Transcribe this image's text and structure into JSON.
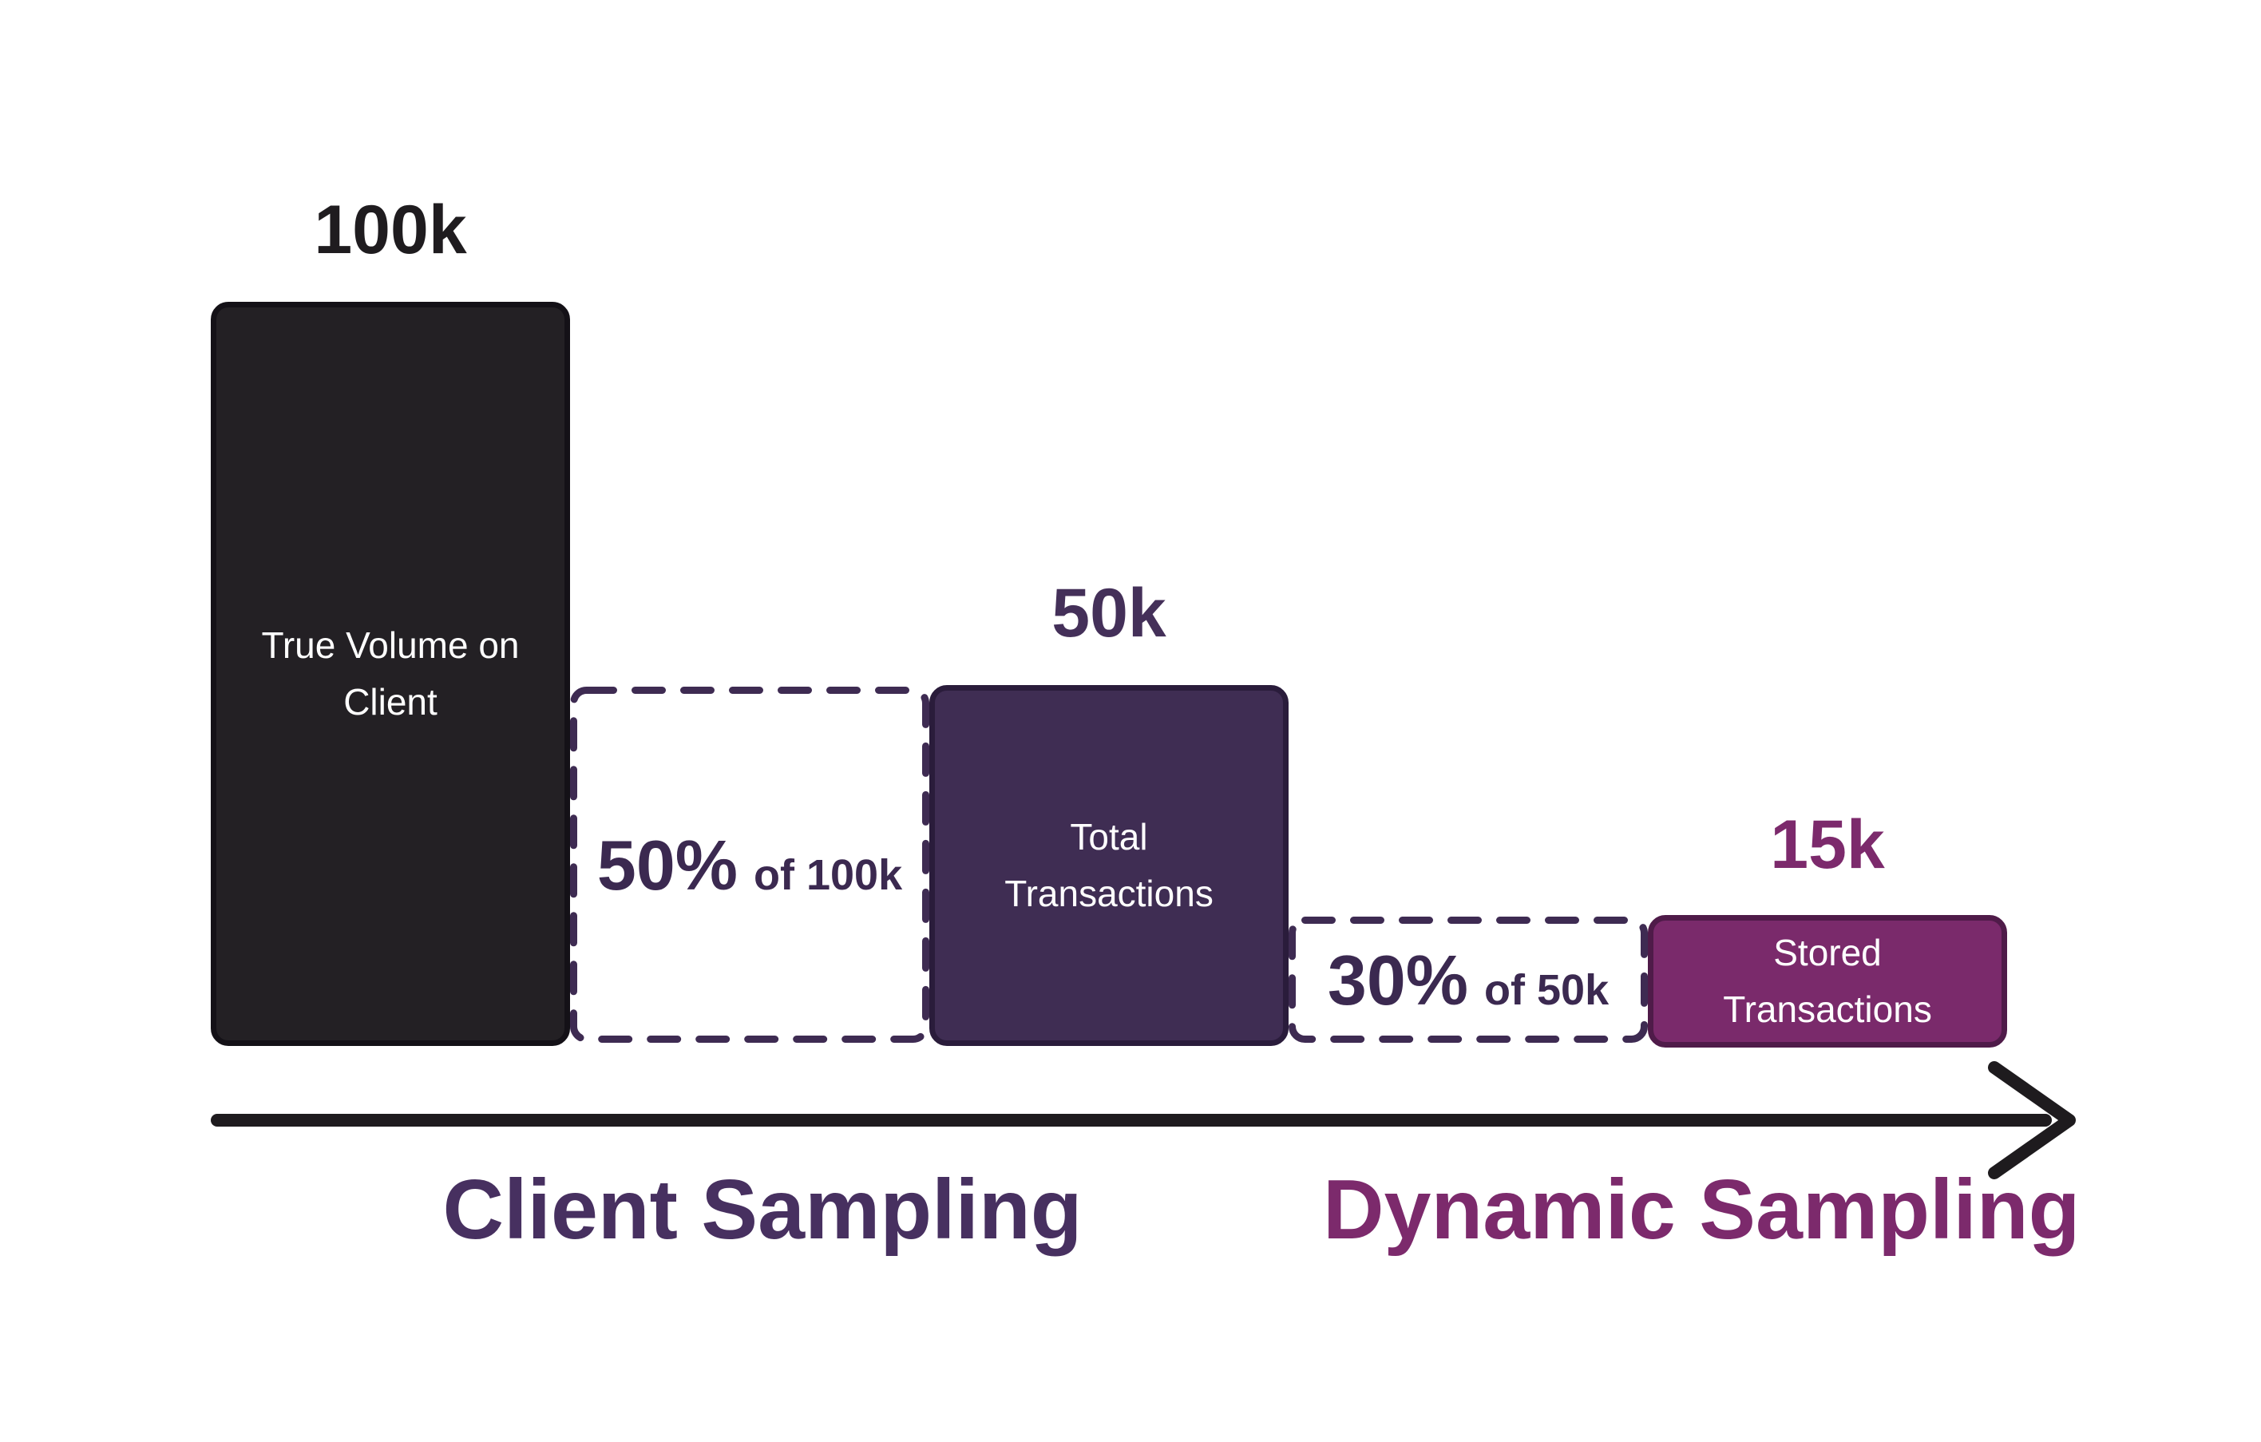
{
  "diagram": {
    "background": "#ffffff",
    "arrow_color": "#1e1b1e",
    "dash_color": "#3e2b52",
    "bars": [
      {
        "id": "true-volume",
        "label": "True Volume on Client",
        "value_label": "100k",
        "value": 100000,
        "fill": "#232024",
        "border": "#141117",
        "value_color": "#1f1c1f"
      },
      {
        "id": "total-transactions",
        "label": "Total Transactions",
        "value_label": "50k",
        "value": 50000,
        "fill": "#3f2d53",
        "border": "#2a1c3b",
        "value_color": "#443059"
      },
      {
        "id": "stored-transactions",
        "label": "Stored Transactions",
        "value_label": "15k",
        "value": 15000,
        "fill": "#7a2a6b",
        "border": "#4f1b49",
        "value_color": "#7c2a6c"
      }
    ],
    "samplers": [
      {
        "id": "client-sampling-step",
        "percent": "50%",
        "of": "of 100k",
        "text_color": "#3b2950"
      },
      {
        "id": "dynamic-sampling-step",
        "percent": "30%",
        "of": "of 50k",
        "text_color": "#3b2950"
      }
    ],
    "axis_labels": [
      {
        "id": "client-sampling",
        "text": "Client Sampling",
        "color": "#473060"
      },
      {
        "id": "dynamic-sampling",
        "text": "Dynamic Sampling",
        "color": "#7c2a6c"
      }
    ]
  },
  "chart_data": {
    "type": "bar",
    "categories": [
      "True Volume on Client",
      "Total Transactions",
      "Stored Transactions"
    ],
    "values": [
      100000,
      50000,
      15000
    ],
    "value_labels": [
      "100k",
      "50k",
      "15k"
    ],
    "annotations": [
      "50% of 100k",
      "30% of 50k"
    ],
    "x_axis_stage_labels": [
      "Client Sampling",
      "Dynamic Sampling"
    ],
    "legend": false,
    "grid": false,
    "title": ""
  }
}
